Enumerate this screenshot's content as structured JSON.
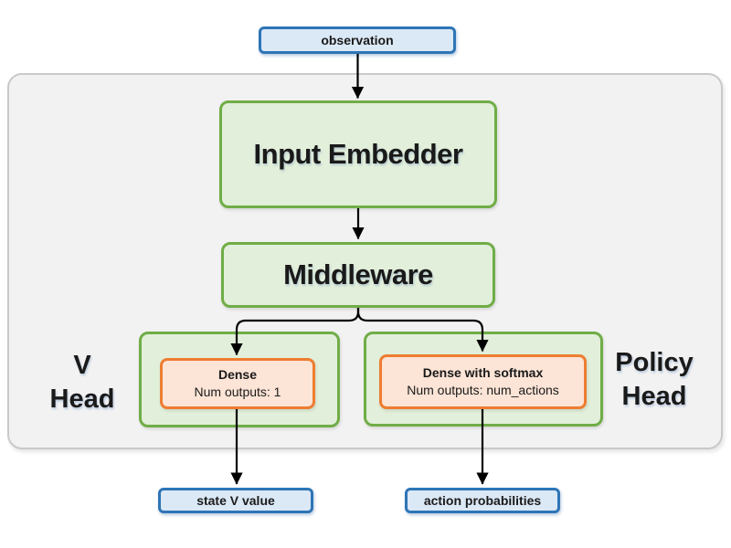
{
  "diagram": {
    "nodes": {
      "observation": "observation",
      "input_embedder": "Input Embedder",
      "middleware": "Middleware",
      "v_head_line1": "V",
      "v_head_line2": "Head",
      "policy_head_line1": "Policy",
      "policy_head_line2": "Head",
      "dense_v_title": "Dense",
      "dense_v_subtitle": "Num outputs: 1",
      "dense_policy_title": "Dense with softmax",
      "dense_policy_subtitle": "Num outputs: num_actions",
      "state_v_value": "state V value",
      "action_probabilities": "action probabilities"
    },
    "colors": {
      "io_fill": "#dbe8f5",
      "io_border": "#2e75b6",
      "block_fill": "#e2efda",
      "block_border": "#70ad47",
      "layer_fill": "#fce4d6",
      "layer_border": "#ed7d31",
      "container_fill": "#f2f2f2",
      "container_border": "#c9c9c9",
      "arrow": "#000000"
    }
  }
}
